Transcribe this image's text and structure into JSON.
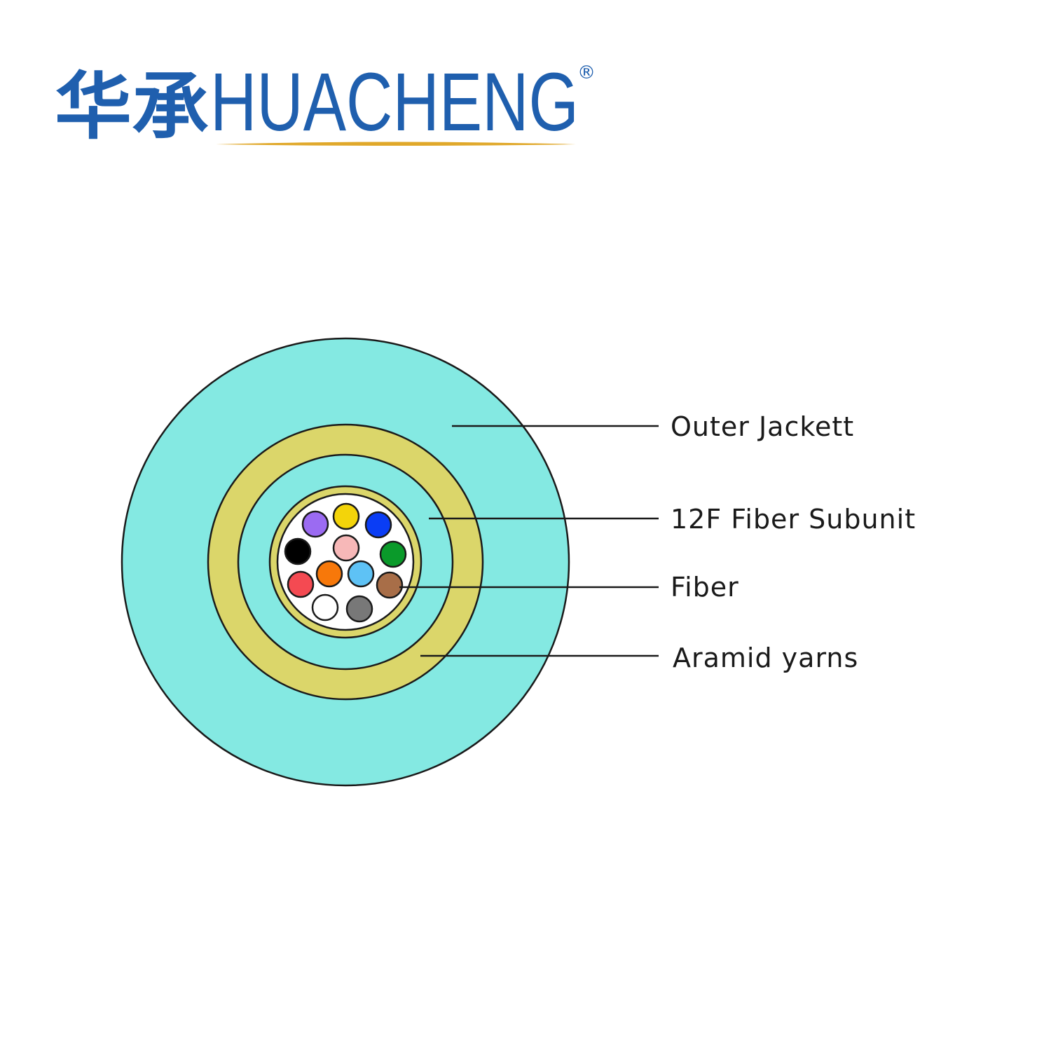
{
  "logo": {
    "chinese": "华承",
    "latin": "HUACHENG",
    "registered": "®",
    "brand_color": "#1f5fae",
    "underline_color": "#e0a82a"
  },
  "diagram": {
    "colors": {
      "outer_jacket": "#84e9e2",
      "aramid_yarns": "#dbd66a",
      "subunit_fill": "#84e9e2",
      "tube_inner": "#ffffff",
      "outline": "#1a1a1a"
    },
    "fibers": [
      {
        "color": "#9b6bf2",
        "name": "violet"
      },
      {
        "color": "#f3d40a",
        "name": "yellow"
      },
      {
        "color": "#0a3df5",
        "name": "blue"
      },
      {
        "color": "#000000",
        "name": "black"
      },
      {
        "color": "#f7b8b8",
        "name": "rose"
      },
      {
        "color": "#0a9a2a",
        "name": "green"
      },
      {
        "color": "#f44a52",
        "name": "red"
      },
      {
        "color": "#f7780a",
        "name": "orange"
      },
      {
        "color": "#5ec2f5",
        "name": "aqua"
      },
      {
        "color": "#a86e48",
        "name": "brown"
      },
      {
        "color": "#ffffff",
        "name": "white"
      },
      {
        "color": "#787878",
        "name": "slate"
      }
    ],
    "labels": [
      "Outer Jackett",
      "12F Fiber Subunit",
      "Fiber",
      "Aramid yarns"
    ]
  }
}
